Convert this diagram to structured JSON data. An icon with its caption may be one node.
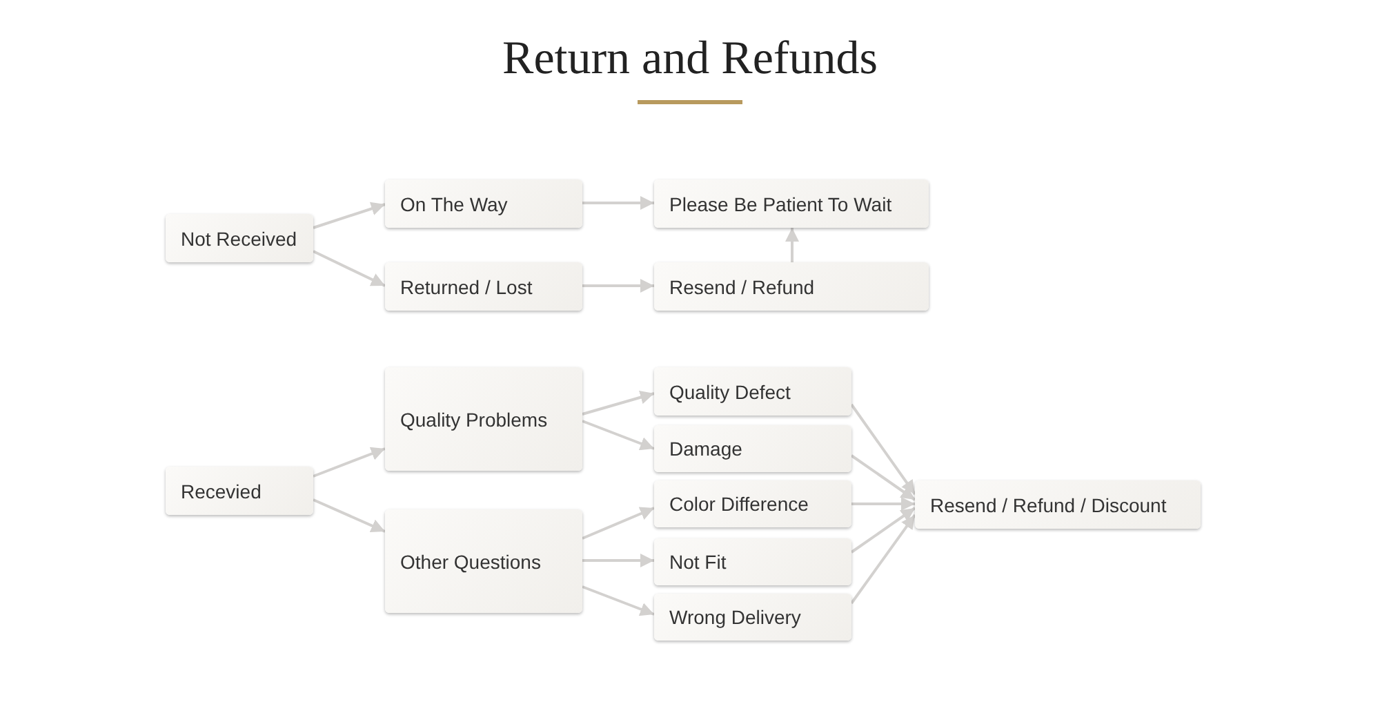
{
  "diagram": {
    "title": "Return and Refunds",
    "nodes": [
      {
        "text": [
          "Not Received"
        ]
      },
      {
        "text": [
          "On The Way"
        ]
      },
      {
        "text": [
          "Please Be Patient To Wait"
        ]
      },
      {
        "text": [
          "Returned / Lost"
        ]
      },
      {
        "text": [
          "Resend / Refund"
        ]
      },
      {
        "text": [
          "Recevied"
        ]
      },
      {
        "text": [
          "Quality Problems"
        ]
      },
      {
        "text": [
          "Other Questions"
        ]
      },
      {
        "text": [
          "Quality Defect"
        ]
      },
      {
        "text": [
          "Damage"
        ]
      },
      {
        "text": [
          "Color Difference"
        ]
      },
      {
        "text": [
          "Not Fit"
        ]
      },
      {
        "text": [
          "Wrong Delivery"
        ]
      },
      {
        "text": [
          "Resend / Refund / Discount"
        ]
      }
    ],
    "edges": [
      {
        "from": 0,
        "to": 1,
        "arrow": "to"
      },
      {
        "from": 0,
        "to": 3,
        "arrow": "to"
      },
      {
        "from": 1,
        "to": 2,
        "arrow": "to"
      },
      {
        "from": 3,
        "to": 4,
        "arrow": "to"
      },
      {
        "from": 4,
        "to": 2,
        "arrow": "to"
      },
      {
        "from": 5,
        "to": 6,
        "arrow": "to"
      },
      {
        "from": 5,
        "to": 7,
        "arrow": "to"
      },
      {
        "from": 6,
        "to": 8,
        "arrow": "to"
      },
      {
        "from": 6,
        "to": 9,
        "arrow": "to"
      },
      {
        "from": 7,
        "to": 10,
        "arrow": "to"
      },
      {
        "from": 7,
        "to": 11,
        "arrow": "to"
      },
      {
        "from": 7,
        "to": 12,
        "arrow": "to"
      },
      {
        "from": 8,
        "to": 13,
        "arrow": "to"
      },
      {
        "from": 9,
        "to": 13,
        "arrow": "to"
      },
      {
        "from": 10,
        "to": 13,
        "arrow": "to"
      },
      {
        "from": 11,
        "to": 13,
        "arrow": "to"
      },
      {
        "from": 12,
        "to": 13,
        "arrow": "to"
      }
    ]
  }
}
